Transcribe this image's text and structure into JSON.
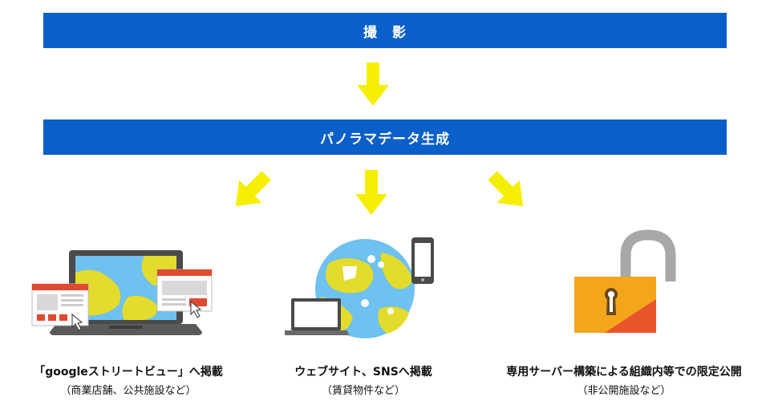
{
  "steps": {
    "shoot": "撮　影",
    "generate": "パノラマデータ生成"
  },
  "outputs": [
    {
      "title": "「googleストリートビュー」へ掲載",
      "subtitle": "（商業店舗、公共施設など）",
      "icon": "laptop-browser-icon"
    },
    {
      "title": "ウェブサイト、SNSへ掲載",
      "subtitle": "（賃貸物件など）",
      "icon": "globe-devices-icon"
    },
    {
      "title": "専用サーバー構築による組織内等での限定公開",
      "subtitle": "（非公開施設など）",
      "icon": "open-padlock-icon"
    }
  ],
  "colors": {
    "bar": "#0a5fc8",
    "arrow": "#f5ee00",
    "globe_land": "#e3dc2c",
    "globe_sea": "#6ec1f0",
    "lock_body": "#f3a51c",
    "lock_accent": "#e8552a",
    "browser_red": "#e04a2f"
  }
}
